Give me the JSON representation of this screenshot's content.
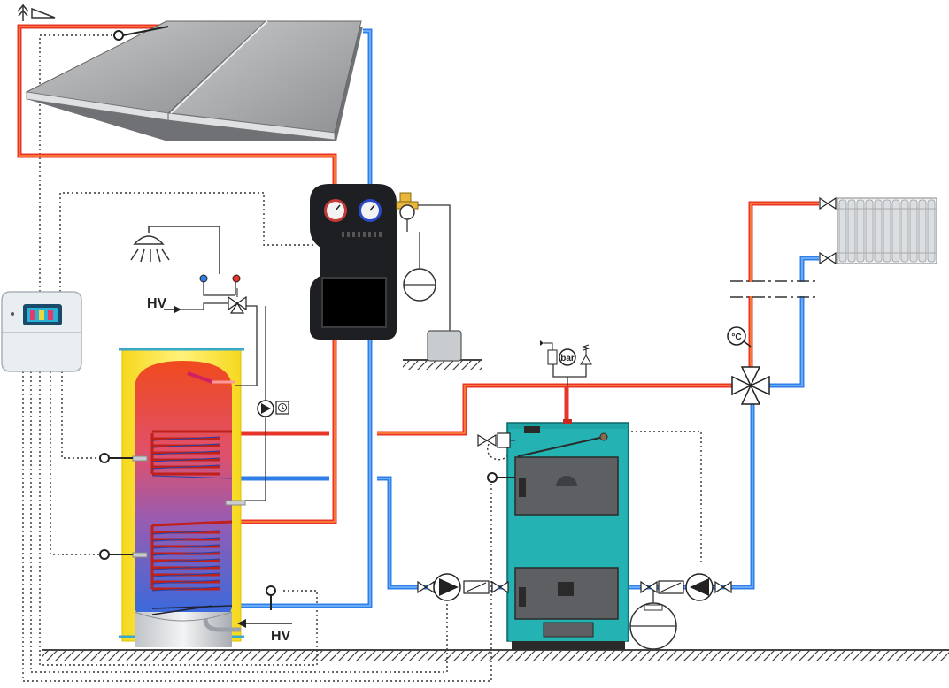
{
  "labels": {
    "hv_upper": "HV",
    "hv_lower": "HV",
    "pressure_gauge": "bar",
    "thermostat": "°C"
  },
  "colors": {
    "hot_pipe": "#e8352a",
    "cold_pipe": "#2f7fe6",
    "boiler": "#1fa5a5",
    "tank_insulation": "#f7e64a",
    "solar_panel": "#a9abae",
    "control_unit": "#e9eef1",
    "ground": "#555555"
  },
  "components": {
    "solar_collector": "solar-collector",
    "solar_station": "solar-pump-station",
    "tank": "hot-water-storage-tank",
    "boiler": "solid-fuel-boiler",
    "radiator": "radiator",
    "controller": "solar-controller",
    "shower": "shower-head-icon",
    "mixing_valve": "four-way-mixing-valve"
  }
}
